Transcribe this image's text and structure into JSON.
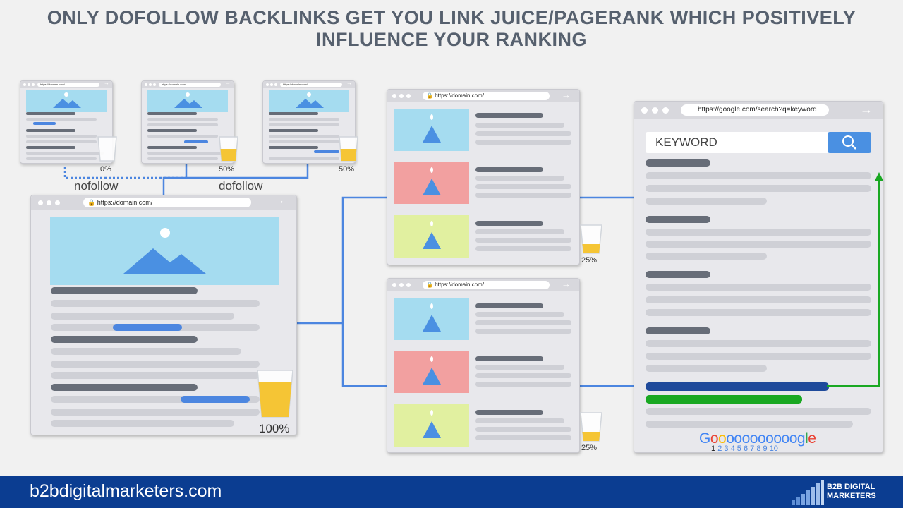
{
  "header": {
    "title_line1": "ONLY DOFOLLOW BACKLINKS GET YOU LINK JUICE/PAGERANK WHICH POSITIVELY",
    "title_line2": "INFLUENCE YOUR RANKING"
  },
  "small_pages": [
    {
      "url": "https://domain.com/",
      "juice": "0%"
    },
    {
      "url": "https://domain.com/",
      "juice": "50%"
    },
    {
      "url": "https://domain.com/",
      "juice": "50%"
    }
  ],
  "link_labels": {
    "nofollow": "nofollow",
    "dofollow": "dofollow"
  },
  "main_page": {
    "url": "https://domain.com/",
    "juice": "100%"
  },
  "mid_pages": [
    {
      "url": "https://domain.com/",
      "juice": "25%"
    },
    {
      "url": "https://domain.com/",
      "juice": "25%"
    }
  ],
  "google_page": {
    "url": "https://google.com/search?q=keyword",
    "search_text": "KEYWORD",
    "logo_word": [
      "G",
      "o",
      "o",
      "o",
      "o",
      "o",
      "o",
      "o",
      "o",
      "o",
      "o",
      "o",
      "g",
      "l",
      "e"
    ],
    "page_numbers": [
      "1",
      "2",
      "3",
      "4",
      "5",
      "6",
      "7",
      "8",
      "9",
      "10"
    ]
  },
  "footer": {
    "url": "b2bdigitalmarketers.com",
    "logo_line1": "B2B DIGITAL",
    "logo_line2": "MARKETERS"
  },
  "colors": {
    "dark_line": "#676d78",
    "light_line": "#cfd0d6",
    "link_blue": "#4c86e0",
    "image_blue": "#a5dcf0",
    "image_red": "#f2a0a0",
    "image_green": "#e1f0a0",
    "mountain": "#4a90e2",
    "juice": "#f5c535",
    "rank_navy": "#1f4a9b",
    "rank_green": "#19a822",
    "footer_bg": "#0b3d91"
  },
  "icons": [
    "lock-icon",
    "arrow-right-icon",
    "search-icon",
    "glass-icon",
    "image-mountain-icon",
    "bar-chart-logo-icon"
  ]
}
